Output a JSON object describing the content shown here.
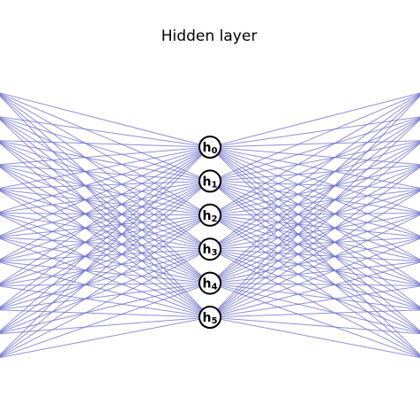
{
  "title": "Hidden layer",
  "colors": {
    "connection": "#6b6bc8",
    "node_stroke": "#000000",
    "node_fill": "#ffffff",
    "text": "#000000"
  },
  "hidden_nodes": [
    {
      "letter": "h",
      "sub": "0"
    },
    {
      "letter": "h",
      "sub": "1"
    },
    {
      "letter": "h",
      "sub": "2"
    },
    {
      "letter": "h",
      "sub": "3"
    },
    {
      "letter": "h",
      "sub": "4"
    },
    {
      "letter": "h",
      "sub": "5"
    }
  ]
}
